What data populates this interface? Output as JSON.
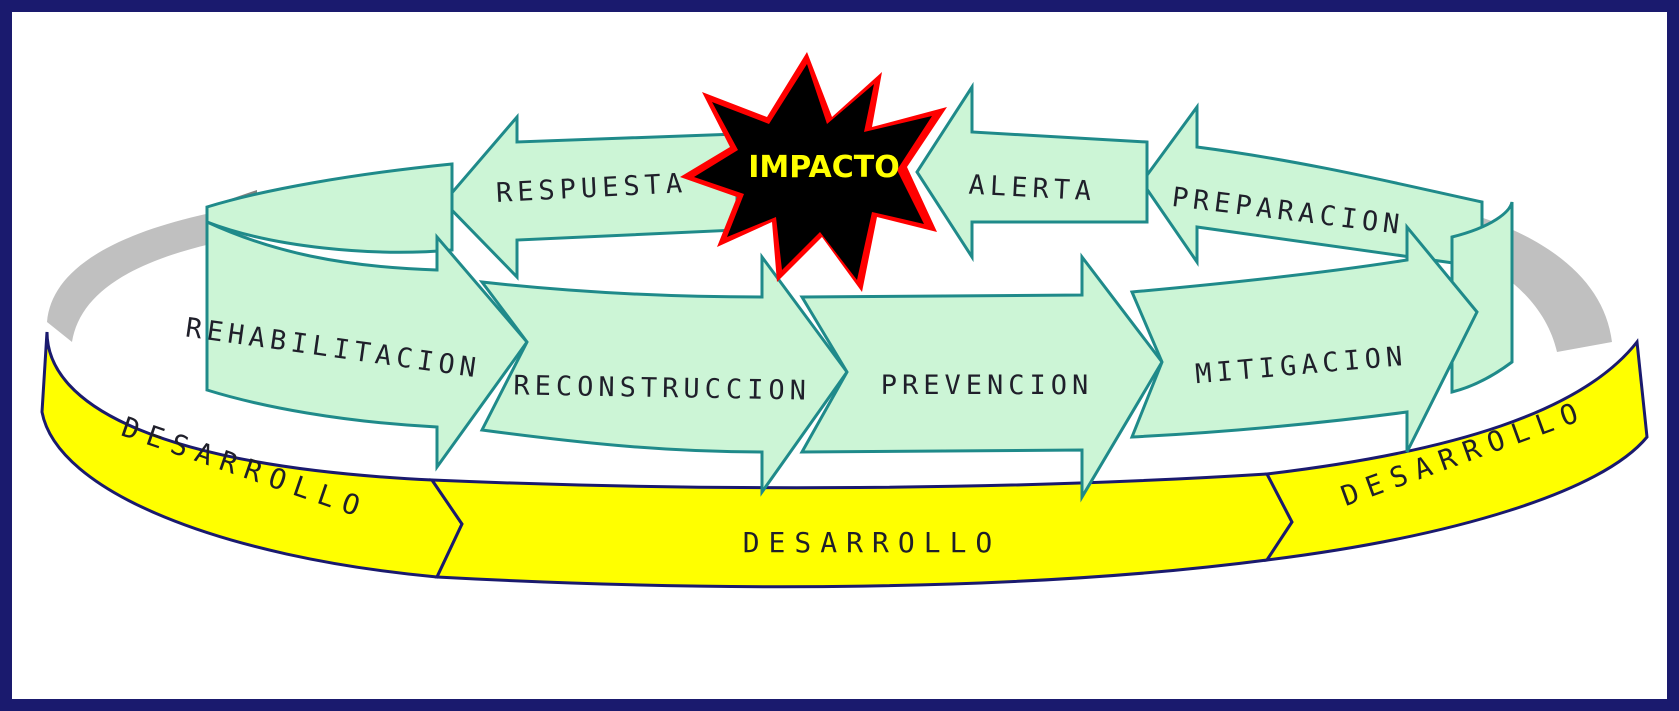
{
  "diagram": {
    "impact_label": "IMPACTO",
    "top_arrows": {
      "respuesta": "RESPUESTA",
      "alerta": "ALERTA",
      "preparacion": "PREPARACION"
    },
    "lower_arrows": {
      "rehabilitacion": "REHABILITACION",
      "reconstruccion": "RECONSTRUCCION",
      "prevencion": "PREVENCION",
      "mitigacion": "MITIGACION"
    },
    "development_band": {
      "left": "DESARROLLO",
      "center": "DESARROLLO",
      "right": "DESARROLLO"
    }
  },
  "colors": {
    "frame_border": "#1a1a6e",
    "arrow_fill": "#ccf5d6",
    "arrow_stroke": "#1f8a8a",
    "band_fill": "#ffff00",
    "band_stroke": "#1a1a6e",
    "ring_gray": "#c0c0c0",
    "impact_fill": "#000000",
    "impact_outline": "#ff0000",
    "impact_text": "#ffff00"
  }
}
